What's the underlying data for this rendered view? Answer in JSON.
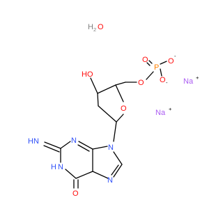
{
  "colors": {
    "background": "#ffffff",
    "bond": "#000000",
    "oxygen": "#ff0d0d",
    "nitrogen": "#3050f8",
    "phosphorus": "#ff8000",
    "sodium": "#ab5cf2",
    "neutral_text": "#808080"
  },
  "water": {
    "h": "H",
    "sub": "2",
    "o": "O"
  },
  "labels": {
    "hydroxyl": "HO",
    "ring_oxygen": "O",
    "ester_oxygen": "O",
    "phosphorus": "P",
    "phosphoryl_oxygen": "O",
    "phosphate_o_top": "O",
    "phosphate_o_bottom": "O",
    "imino": "HN",
    "n1h": "N",
    "n1h_h": "H",
    "n3": "N",
    "n7": "N",
    "n9": "N",
    "carbonyl_oxygen": "O",
    "sodium_1": "Na",
    "sodium_2": "Na"
  },
  "charges": {
    "phosphate_o_top": "-",
    "phosphate_o_bottom": "-",
    "sodium_1": "+",
    "sodium_2": "+"
  }
}
